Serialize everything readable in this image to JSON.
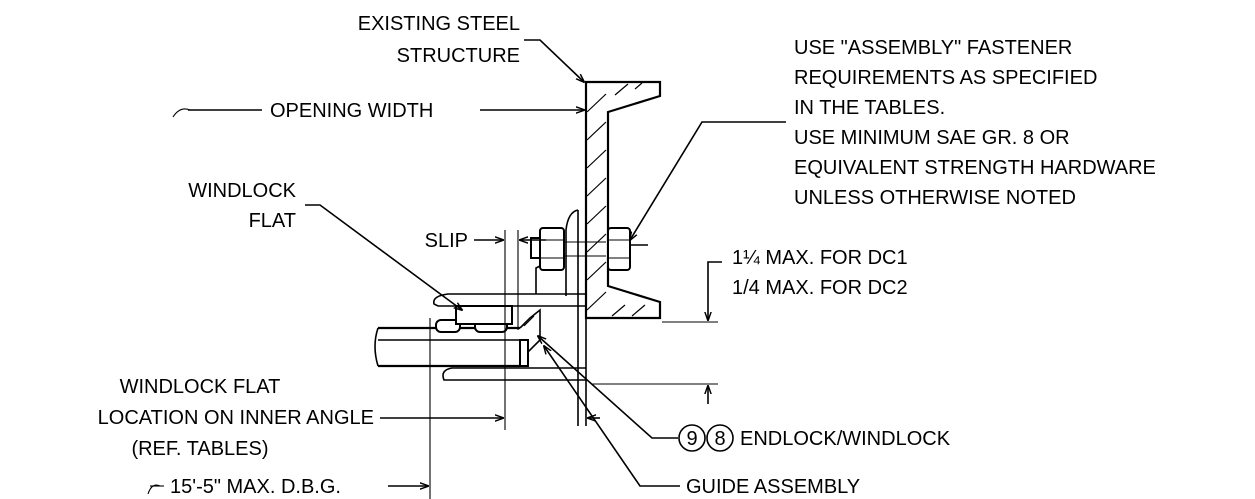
{
  "labels": {
    "existing_steel_1": "EXISTING STEEL",
    "existing_steel_2": "STRUCTURE",
    "opening_width": "OPENING WIDTH",
    "fastener_1": "USE \"ASSEMBLY\" FASTENER",
    "fastener_2": "REQUIREMENTS AS SPECIFIED",
    "fastener_3": "IN THE TABLES.",
    "fastener_4": "USE MINIMUM SAE GR. 8 OR",
    "fastener_5": "EQUIVALENT STRENGTH HARDWARE",
    "fastener_6": "UNLESS OTHERWISE NOTED",
    "windlock_flat_1": "WINDLOCK",
    "windlock_flat_2": "FLAT",
    "slip": "SLIP",
    "max_dc1": "1¼ MAX. FOR DC1",
    "max_dc2": "1/4 MAX. FOR DC2",
    "flat_location_1": "WINDLOCK FLAT",
    "flat_location_2": "LOCATION ON INNER ANGLE",
    "flat_location_3": "(REF. TABLES)",
    "callout_9": "9",
    "callout_8": "8",
    "endlock_windlock": "ENDLOCK/WINDLOCK",
    "dbg_max": "15'-5\" MAX. D.B.G.",
    "guide_assembly": "GUIDE ASSEMBLY"
  },
  "colors": {
    "ink": "#000000",
    "background": "#ffffff"
  }
}
